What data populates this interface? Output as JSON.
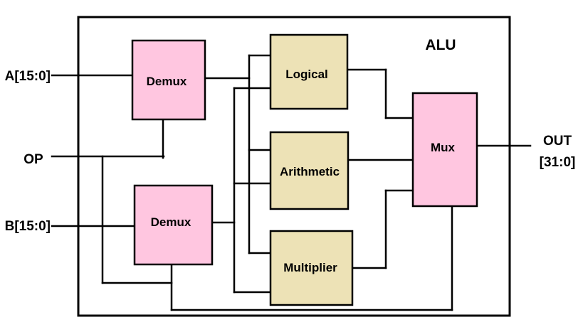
{
  "diagram": {
    "title": "ALU",
    "inputs": {
      "a": "A[15:0]",
      "op": "OP",
      "b": "B[15:0]"
    },
    "output": {
      "line1": "OUT",
      "line2": "[31:0]"
    },
    "blocks": {
      "demux_top": "Demux",
      "demux_bottom": "Demux",
      "logical": "Logical",
      "arithmetic": "Arithmetic",
      "multiplier": "Multiplier",
      "mux": "Mux"
    },
    "colors": {
      "demux_fill": "#ffc6e0",
      "unit_fill": "#ede2b6",
      "mux_fill": "#ffc6e0",
      "line": "#000000"
    }
  }
}
